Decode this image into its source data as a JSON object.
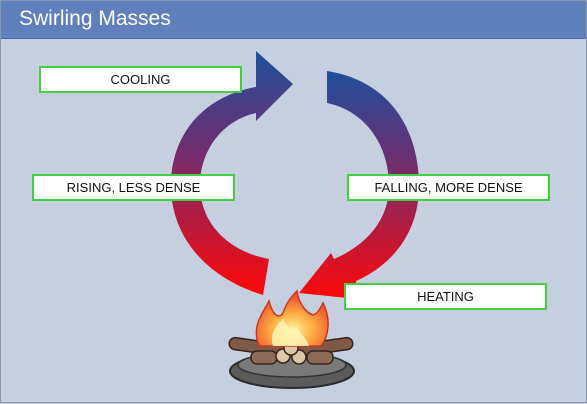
{
  "title": "Swirling Masses",
  "labels": {
    "cooling": "COOLING",
    "rising": "RISING, LESS DENSE",
    "falling": "FALLING, MORE DENSE",
    "heating": "HEATING"
  },
  "colors": {
    "background": "#c5cfe0",
    "header": "#5f7fbd",
    "arrow_top": "#1f4f9a",
    "arrow_bottom": "#ff0a0a",
    "label_border": "#3fd13f"
  }
}
